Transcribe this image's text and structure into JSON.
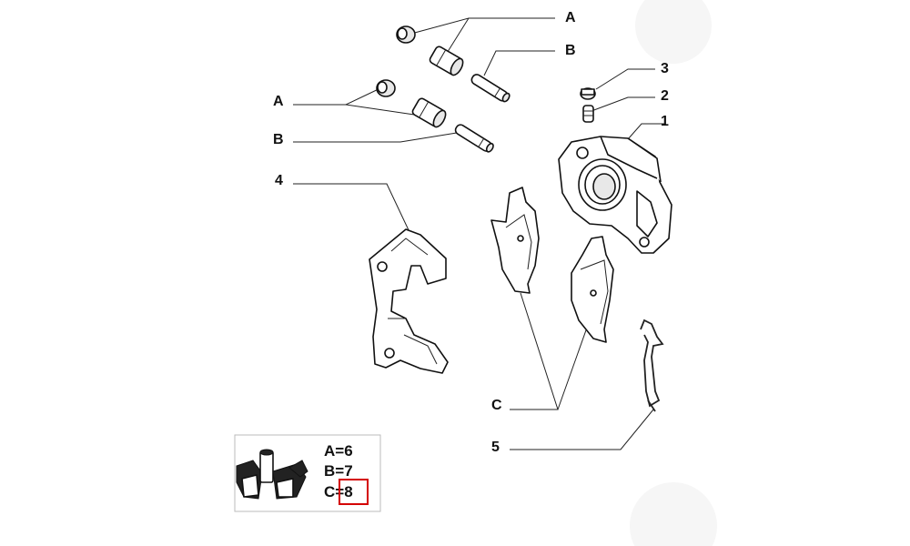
{
  "callouts": {
    "a_top": "A",
    "b_top": "B",
    "n3": "3",
    "n2": "2",
    "n1": "1",
    "a_left": "A",
    "b_left": "B",
    "n4": "4",
    "c": "C",
    "n5": "5"
  },
  "legend": {
    "line_a": "A=6",
    "line_b": "B=7",
    "line_c": "C=8",
    "highlight_color": "#d40000"
  }
}
